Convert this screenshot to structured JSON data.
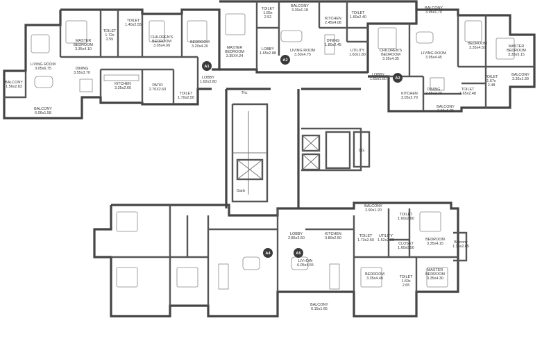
{
  "units": {
    "a1": "A1",
    "a2": "A2",
    "a3": "A3",
    "a4": "A4",
    "a5": "A5"
  },
  "rooms": {
    "r01": [
      "MASTER",
      "BEDROOM",
      "3.35x4.10"
    ],
    "r02": [
      "TOILET",
      "1.72x",
      "2.55"
    ],
    "r03": [
      "TOILET",
      "1.40x2.55"
    ],
    "r04": [
      "CHILDREN'S",
      "BEDROOM",
      "3.05x4.09"
    ],
    "r05": [
      "BEDROOM",
      "3.20x4.20"
    ],
    "r06": [
      "LIVING ROOM",
      "3.05x6.75"
    ],
    "r07": [
      "DINING",
      "3.55x3.70"
    ],
    "r08": [
      "BALCONY",
      "1.56x2.83"
    ],
    "r09": [
      "BALCONY",
      "6.06x1.58"
    ],
    "r10": [
      "KITCHEN",
      "3.35x2.60"
    ],
    "r11": [
      "PATIO",
      "2.70X2.60"
    ],
    "r12": [
      "TOILET",
      "1.70x2.50"
    ],
    "r13": [
      "LOBBY",
      "1.62x2.80"
    ],
    "r14": [
      "MASTER",
      "BEDROOM",
      "3.35X4.24"
    ],
    "r15": [
      "TOILET",
      "1.65x",
      "2.52"
    ],
    "r16": [
      "LOBBY",
      "1.65x2.88"
    ],
    "r17": [
      "BALCONY",
      "3.30x1.18"
    ],
    "r18": [
      "KITCHEN",
      "2.45x4.08"
    ],
    "r19": [
      "TOILET",
      "1.60x2.40"
    ],
    "r20": [
      "LIVING ROOM",
      "3.30x4.75"
    ],
    "r21": [
      "DINING",
      "1.80x2.45"
    ],
    "r22": [
      "UTILITY",
      "1.60x1.80"
    ],
    "r23": [
      "CHILDREN'S",
      "BEDROOM",
      "3.35x4.35"
    ],
    "r24": [
      "BALCONY",
      "3.95x1.70"
    ],
    "r25": [
      "LIVING ROOM",
      "3.95x4.45"
    ],
    "r26": [
      "BEDROOM",
      "3.35x4.50"
    ],
    "r27": [
      "MASTER",
      "BEDROOM",
      "3.35x5.15"
    ],
    "r28": [
      "LOBBY",
      "1.65x1.60"
    ],
    "r29": [
      "KITCHEN",
      "3.05x2.70"
    ],
    "r30": [
      "DINING",
      "2.55x2.70"
    ],
    "r31": [
      "BALCONY",
      "2.55x1.25"
    ],
    "r32": [
      "TOILET",
      "1.65x2.48"
    ],
    "r33": [
      "TOILET",
      "1.67x",
      "2.48"
    ],
    "r34": [
      "BALCONY",
      "3.35x1.30"
    ],
    "r35": [
      "BALCONY",
      "2.90x1.20"
    ],
    "r36": [
      "TOILET",
      "1.60x2.80"
    ],
    "r37": [
      "TOILET",
      "1.73x2.50"
    ],
    "r38": [
      "UTILITY",
      "1.52x2.80"
    ],
    "r39": [
      "CLOSET",
      "1.60x0.50"
    ],
    "r40": [
      "BEDROOM",
      "3.35x4.15"
    ],
    "r41": [
      "Balcony",
      "1.35x2.65"
    ],
    "r42": [
      "LOBBY",
      "2.85x2.50"
    ],
    "r43": [
      "KITCHEN",
      "3.80x2.50"
    ],
    "r44": [
      "LIV+DIN",
      "6.05x4.55"
    ],
    "r45": [
      "BALCONY",
      "6.15x1.65"
    ],
    "r46": [
      "BEDROOM",
      "3.35x4.40"
    ],
    "r47": [
      "TOILET",
      "1.60x",
      "2.65"
    ],
    "r48": [
      "MASTER",
      "BEDROOM",
      "3.35x4.30"
    ],
    "r49": [
      "DG"
    ],
    "r50": [
      "Garb"
    ],
    "r51": [
      "Thc"
    ]
  }
}
